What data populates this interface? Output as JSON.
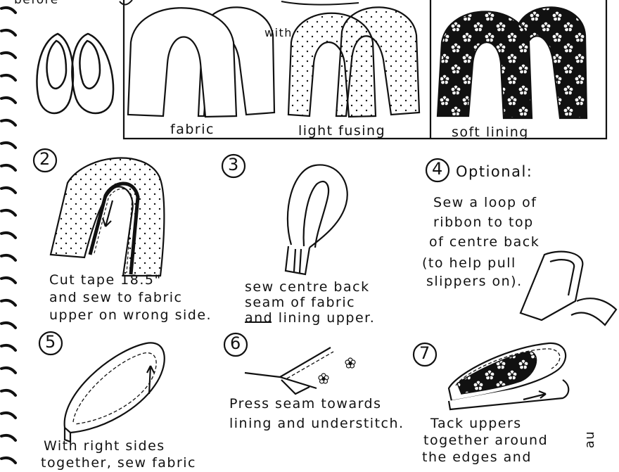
{
  "top_fragment": "before",
  "with_word": "with",
  "panel_labels": [
    "fabric",
    "light fusing",
    "soft lining"
  ],
  "steps": {
    "s2": {
      "number": "2",
      "lines": [
        "Cut tape 18.5\"",
        "and sew to fabric",
        "upper on wrong side."
      ]
    },
    "s3": {
      "number": "3",
      "lines": [
        "sew centre back",
        "seam of fabric",
        "and lining upper."
      ],
      "underlined_word": "and"
    },
    "s4": {
      "number": "4",
      "title": "Optional:",
      "lines": [
        "Sew a loop of",
        "ribbon to top",
        "of centre back",
        "(to help pull",
        "slippers on)."
      ]
    },
    "s5": {
      "number": "5",
      "lines": [
        "With right sides",
        "together, sew fabric"
      ]
    },
    "s6": {
      "number": "6",
      "lines": [
        "Press seam towards",
        "lining and understitch."
      ]
    },
    "s7": {
      "number": "7",
      "lines": [
        "Tack uppers",
        "together around",
        "the edges and"
      ]
    }
  },
  "side_text": "au",
  "colors": {
    "ink": "#111111",
    "paper": "#ffffff"
  }
}
